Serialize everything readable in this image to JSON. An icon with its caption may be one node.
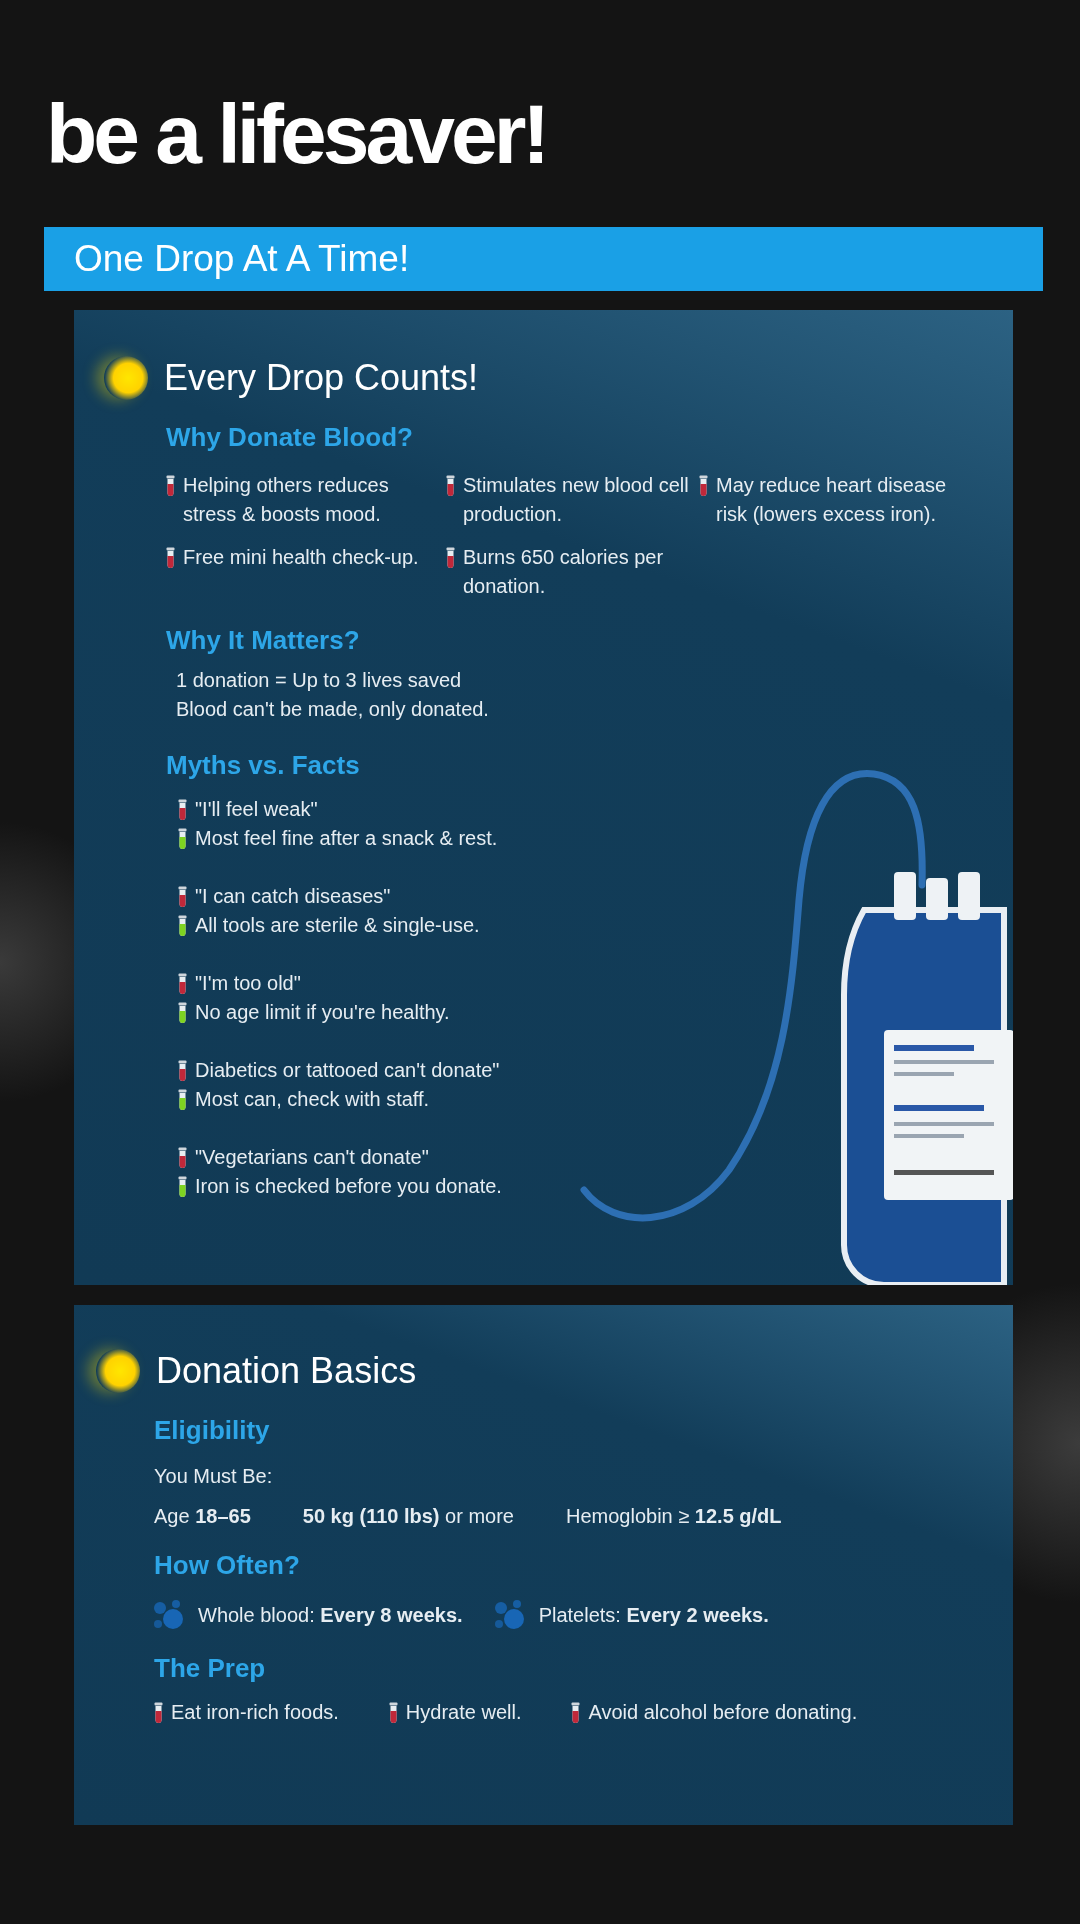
{
  "diagram": {
    "title": "be a lifesaver!",
    "nodes": [
      {
        "text": [
          "One Drop At A Time!"
        ]
      },
      {
        "text": [
          "Every Drop Counts!",
          "Why Donate Blood?",
          "Helping others reduces stress & boosts mood.",
          "Stimulates new blood cell production.",
          "May reduce heart disease risk (lowers excess iron).",
          "Free mini health check-up.",
          "Burns 650 calories per donation.",
          "Why It Matters?",
          "1 donation = Up to 3 lives saved",
          "Blood can't be made, only donated.",
          "Myths vs. Facts",
          "\"I'll feel weak\"",
          "Most feel fine after a snack & rest.",
          "\"I can catch diseases\"",
          "All tools are sterile & single-use.",
          "\"I'm too old\"",
          "No age limit if you're healthy.",
          "Diabetics or tattooed can't donate\"",
          "Most can, check with staff.",
          "\"Vegetarians can't donate\"",
          "Iron is checked before you donate."
        ]
      },
      {
        "text": [
          "Donation Basics",
          "Eligibility",
          "You Must Be:",
          "Age **18–65**",
          "**50 kg (110 lbs)** or more",
          "Hemoglobin ≥ **12.5 g/dL**",
          "How Often?",
          "Whole blood: **Every 8 weeks.**",
          "Platelets: **Every 2 weeks.**",
          "The Prep",
          "Eat iron-rich foods.",
          "Hydrate well.",
          "Avoid alcohol before donating."
        ]
      }
    ]
  }
}
